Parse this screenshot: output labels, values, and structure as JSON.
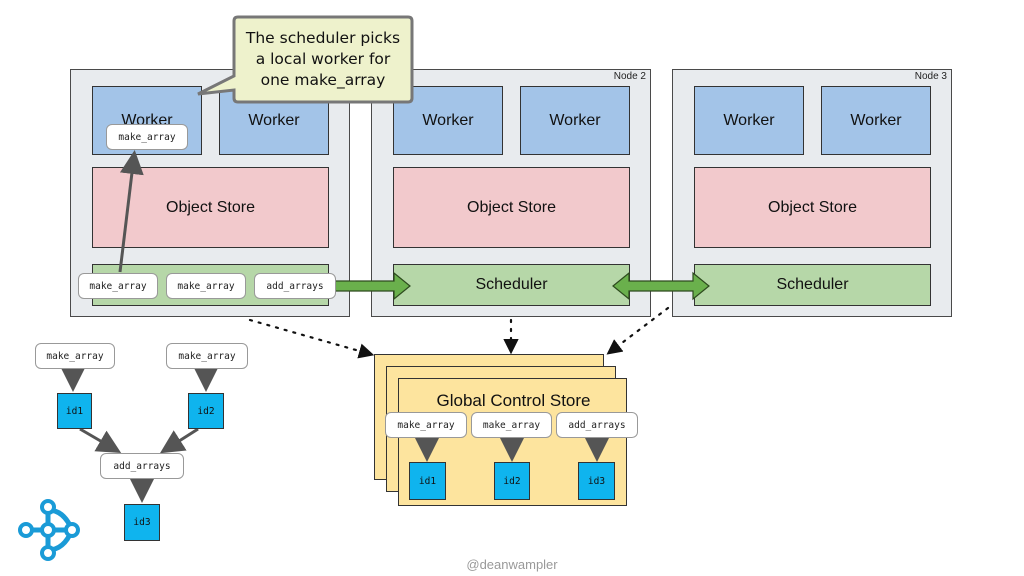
{
  "nodes": [
    {
      "label": "",
      "worker1": "Worker",
      "worker2": "Worker",
      "object_store": "Object Store",
      "scheduler": ""
    },
    {
      "label": "Node 2",
      "worker1": "Worker",
      "worker2": "Worker",
      "object_store": "Object Store",
      "scheduler": "Scheduler"
    },
    {
      "label": "Node 3",
      "worker1": "Worker",
      "worker2": "Worker",
      "object_store": "Object Store",
      "scheduler": "Scheduler"
    }
  ],
  "worker_task": "make_array",
  "queue": [
    "make_array",
    "make_array",
    "add_arrays"
  ],
  "callout": {
    "lines": [
      "The scheduler picks",
      "a local worker for",
      "one make_array"
    ]
  },
  "dag": {
    "tasks": [
      "make_array",
      "make_array",
      "add_arrays"
    ],
    "objects": [
      "id1",
      "id2",
      "id3"
    ]
  },
  "gcs": {
    "title": "Global Control Store",
    "tasks": [
      "make_array",
      "make_array",
      "add_arrays"
    ],
    "objects": [
      "id1",
      "id2",
      "id3"
    ]
  },
  "credit": "@deanwampler",
  "colors": {
    "worker": "#a3c4e8",
    "object_store": "#f2c9cc",
    "scheduler": "#b6d7a8",
    "object": "#0fb4ee",
    "gcs": "#fde49e",
    "logo": "#1a9bd7"
  }
}
